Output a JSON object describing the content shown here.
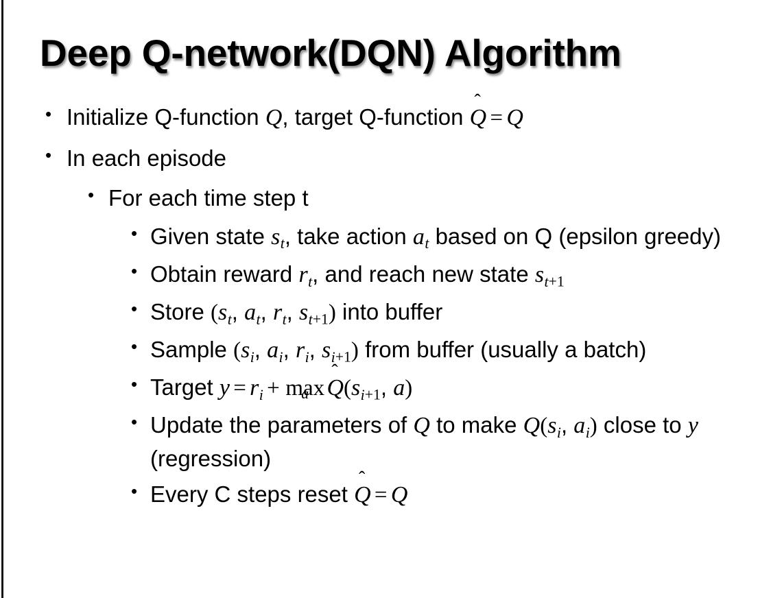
{
  "slide": {
    "title": "Deep Q-network(DQN) Algorithm",
    "bullet_marker": "•",
    "background_color": "#ffffff",
    "text_color": "#000000",
    "rule_color": "#121212"
  },
  "content": {
    "items": [
      {
        "level": 1,
        "name": "bullet-initialize-q-function",
        "parts": [
          {
            "kind": "text",
            "value": "Initialize Q-function "
          },
          {
            "kind": "var",
            "value": "Q"
          },
          {
            "kind": "text",
            "value": ", target Q-function "
          },
          {
            "kind": "hat-var",
            "value": "Q"
          },
          {
            "kind": "op",
            "value": "="
          },
          {
            "kind": "var",
            "value": "Q"
          }
        ],
        "plain": "Initialize Q-function Q, target Q-function Q̂ = Q"
      },
      {
        "level": 1,
        "name": "bullet-in-each-episode",
        "parts": [
          {
            "kind": "text",
            "value": "In each episode"
          }
        ],
        "plain": "In each episode"
      },
      {
        "level": 2,
        "name": "bullet-for-each-time-step",
        "parts": [
          {
            "kind": "text",
            "value": "For each time step t"
          }
        ],
        "plain": "For each time step t"
      },
      {
        "level": 3,
        "name": "bullet-given-state-take-action",
        "parts": [
          {
            "kind": "text",
            "value": "Given state "
          },
          {
            "kind": "var-sub",
            "value": "s",
            "sub": "t"
          },
          {
            "kind": "text",
            "value": ", take action "
          },
          {
            "kind": "var-sub",
            "value": "a",
            "sub": "t"
          },
          {
            "kind": "text",
            "value": " based on Q (epsilon greedy)"
          }
        ],
        "plain": "Given state s_t, take action a_t based on Q (epsilon greedy)"
      },
      {
        "level": 3,
        "name": "bullet-obtain-reward-reach-new-state",
        "parts": [
          {
            "kind": "text",
            "value": "Obtain reward "
          },
          {
            "kind": "var-sub",
            "value": "r",
            "sub": "t"
          },
          {
            "kind": "text",
            "value": ", and reach new state "
          },
          {
            "kind": "var-sub-plus",
            "value": "s",
            "sub": "t",
            "plus": "+1"
          }
        ],
        "plain": "Obtain reward r_t, and reach new state s_{t+1}"
      },
      {
        "level": 3,
        "name": "bullet-store-into-buffer",
        "parts": [
          {
            "kind": "text",
            "value": "Store "
          },
          {
            "kind": "paren",
            "value": "("
          },
          {
            "kind": "var-sub",
            "value": "s",
            "sub": "t"
          },
          {
            "kind": "text",
            "value": ", "
          },
          {
            "kind": "var-sub",
            "value": "a",
            "sub": "t"
          },
          {
            "kind": "text",
            "value": ", "
          },
          {
            "kind": "var-sub",
            "value": "r",
            "sub": "t"
          },
          {
            "kind": "text",
            "value": ", "
          },
          {
            "kind": "var-sub-plus",
            "value": "s",
            "sub": "t",
            "plus": "+1"
          },
          {
            "kind": "paren",
            "value": ")"
          },
          {
            "kind": "text",
            "value": " into buffer"
          }
        ],
        "plain": "Store (s_t, a_t, r_t, s_{t+1}) into buffer"
      },
      {
        "level": 3,
        "name": "bullet-sample-from-buffer",
        "parts": [
          {
            "kind": "text",
            "value": "Sample "
          },
          {
            "kind": "paren",
            "value": "("
          },
          {
            "kind": "var-sub",
            "value": "s",
            "sub": "i"
          },
          {
            "kind": "text",
            "value": ", "
          },
          {
            "kind": "var-sub",
            "value": "a",
            "sub": "i"
          },
          {
            "kind": "text",
            "value": ", "
          },
          {
            "kind": "var-sub",
            "value": "r",
            "sub": "i"
          },
          {
            "kind": "text",
            "value": ", "
          },
          {
            "kind": "var-sub-plus",
            "value": "s",
            "sub": "i",
            "plus": "+1"
          },
          {
            "kind": "paren",
            "value": ")"
          },
          {
            "kind": "text",
            "value": " from buffer (usually a batch)"
          }
        ],
        "plain": "Sample (s_i, a_i, r_i, s_{i+1}) from buffer (usually a batch)"
      },
      {
        "level": 3,
        "name": "bullet-target-equation",
        "parts": [
          {
            "kind": "text",
            "value": "Target "
          },
          {
            "kind": "var",
            "value": "y"
          },
          {
            "kind": "op",
            "value": "="
          },
          {
            "kind": "var-sub",
            "value": "r",
            "sub": "i"
          },
          {
            "kind": "op",
            "value": "+"
          },
          {
            "kind": "limop",
            "value": "max",
            "under": "a"
          },
          {
            "kind": "hat-var",
            "value": "Q"
          },
          {
            "kind": "paren",
            "value": "("
          },
          {
            "kind": "var-sub-plus",
            "value": "s",
            "sub": "i",
            "plus": "+1"
          },
          {
            "kind": "text",
            "value": ", "
          },
          {
            "kind": "var",
            "value": "a"
          },
          {
            "kind": "paren",
            "value": ")"
          }
        ],
        "plain": "Target y = r_i + max_a Q̂(s_{i+1}, a)"
      },
      {
        "level": 3,
        "name": "bullet-update-parameters",
        "parts": [
          {
            "kind": "text",
            "value": "Update the parameters of "
          },
          {
            "kind": "var",
            "value": "Q"
          },
          {
            "kind": "text",
            "value": " to make "
          },
          {
            "kind": "var",
            "value": "Q"
          },
          {
            "kind": "paren",
            "value": "("
          },
          {
            "kind": "var-sub",
            "value": "s",
            "sub": "i"
          },
          {
            "kind": "text",
            "value": ", "
          },
          {
            "kind": "var-sub",
            "value": "a",
            "sub": "i"
          },
          {
            "kind": "paren",
            "value": ")"
          },
          {
            "kind": "text",
            "value": " close to "
          },
          {
            "kind": "var",
            "value": "y"
          },
          {
            "kind": "text",
            "value": " (regression)"
          }
        ],
        "plain": "Update the parameters of Q to make Q(s_i, a_i) close to y (regression)"
      },
      {
        "level": 3,
        "name": "bullet-every-c-steps-reset",
        "parts": [
          {
            "kind": "text",
            "value": "Every C steps reset "
          },
          {
            "kind": "hat-var",
            "value": "Q"
          },
          {
            "kind": "op",
            "value": "="
          },
          {
            "kind": "var",
            "value": "Q"
          }
        ],
        "plain": "Every C steps reset Q̂ = Q"
      }
    ]
  }
}
